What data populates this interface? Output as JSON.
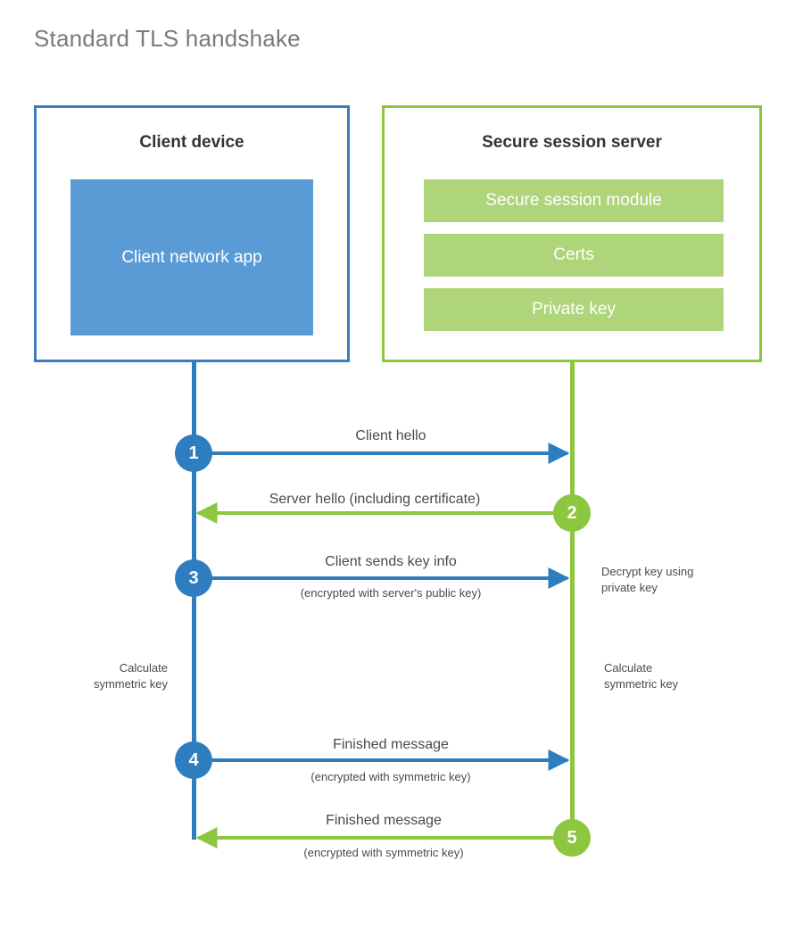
{
  "title": "Standard TLS handshake",
  "participants": {
    "client": {
      "name": "Client device",
      "accent": "#3C7DBF",
      "blocks": [
        {
          "label": "Client network app",
          "fill": "#5B9BD5"
        }
      ]
    },
    "server": {
      "name": "Secure session server",
      "accent": "#8DC63F",
      "blocks": [
        {
          "label": "Secure session module",
          "fill": "#AFD57A"
        },
        {
          "label": "Certs",
          "fill": "#AFD57A"
        },
        {
          "label": "Private key",
          "fill": "#AFD57A"
        }
      ]
    }
  },
  "steps": [
    {
      "number": "1",
      "label": "Client hello",
      "sublabel": "",
      "direction": "client-to-server",
      "color": "#2E7DBE"
    },
    {
      "number": "2",
      "label": "Server hello (including certificate)",
      "sublabel": "",
      "direction": "server-to-client",
      "color": "#8DC63F"
    },
    {
      "number": "3",
      "label": "Client sends key info",
      "sublabel": "(encrypted with server's public key)",
      "direction": "client-to-server",
      "color": "#2E7DBE"
    },
    {
      "number": "4",
      "label": "Finished message",
      "sublabel": "(encrypted with symmetric key)",
      "direction": "client-to-server",
      "color": "#2E7DBE"
    },
    {
      "number": "5",
      "label": "Finished message",
      "sublabel": "(encrypted with symmetric key)",
      "direction": "server-to-client",
      "color": "#8DC63F"
    }
  ],
  "notes": {
    "server_decrypt": "Decrypt key using\nprivate key",
    "client_calculate": "Calculate\nsymmetric key",
    "server_calculate": "Calculate\nsymmetric key"
  },
  "colors": {
    "client_line": "#2E7DBE",
    "server_line": "#8DC63F",
    "title_text": "#7a7a7a",
    "body_text": "#4a4a4a",
    "background": "#ffffff"
  }
}
